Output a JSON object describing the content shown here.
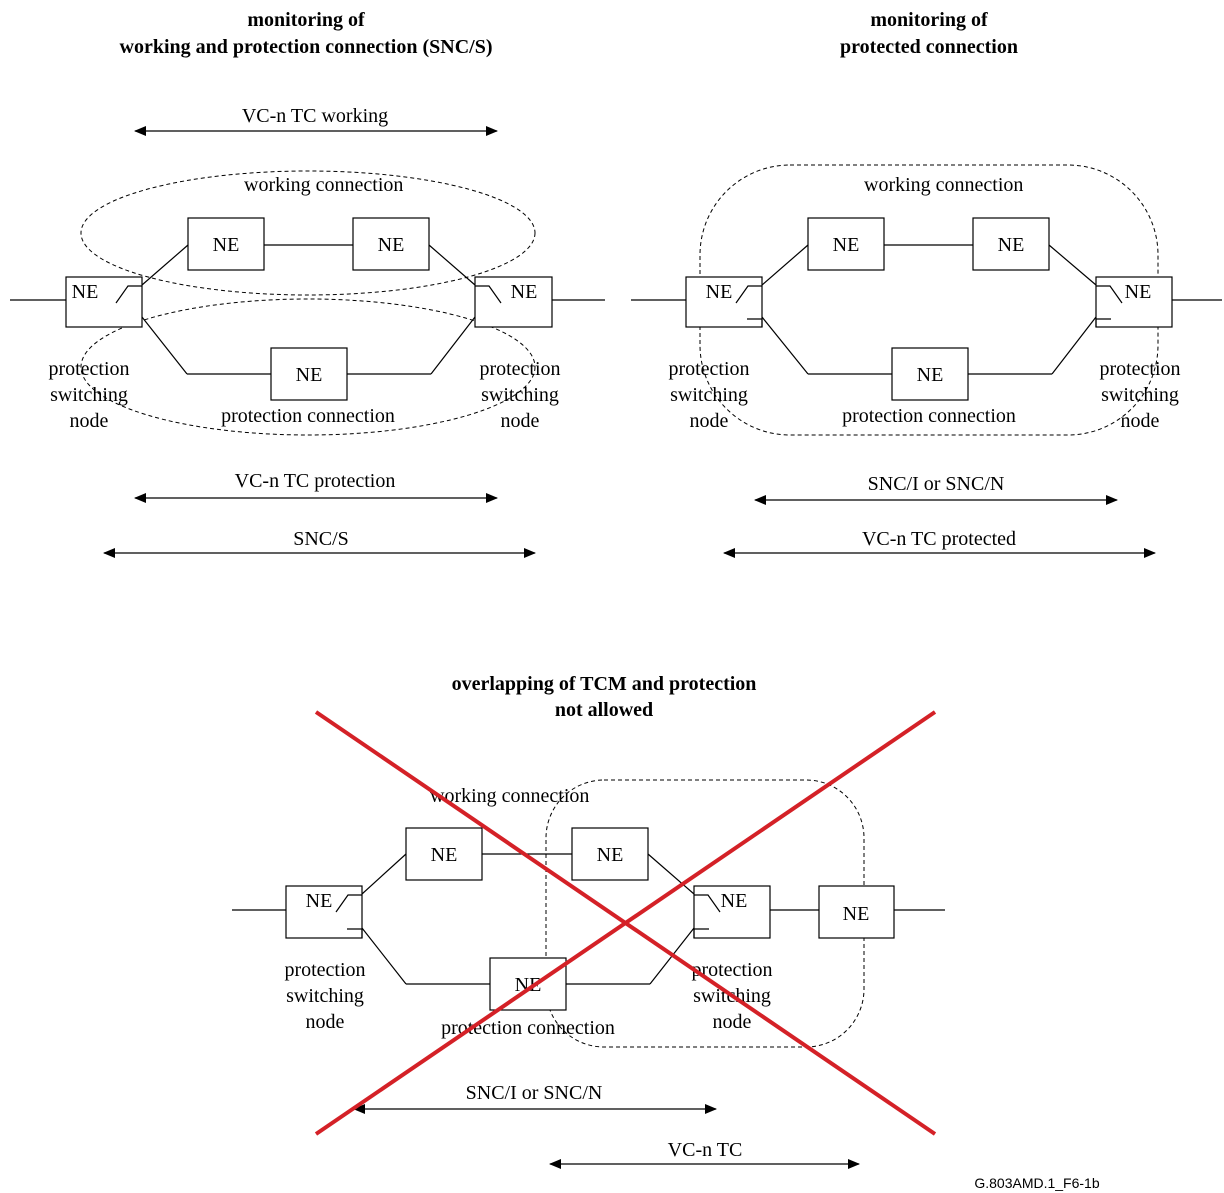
{
  "colors": {
    "cross": "#d42127",
    "ink": "#000000"
  },
  "left": {
    "title1": "monitoring of",
    "title2": "working and protection connection (SNC/S)",
    "tc_working": "VC-n TC working",
    "working_connection": "working  connection",
    "protection_connection": "protection  connection",
    "ne": "NE",
    "psn1": "protection",
    "psn2": "switching",
    "psn3": "node",
    "tc_protection": "VC-n TC protection",
    "sncs": "SNC/S"
  },
  "right": {
    "title1": "monitoring of",
    "title2": "protected connection",
    "working_connection": "working  connection",
    "protection_connection": "protection  connection",
    "ne": "NE",
    "psn1": "protection",
    "psn2": "switching",
    "psn3": "node",
    "snci": "SNC/I or SNC/N",
    "tc_protected": "VC-n TC protected"
  },
  "bottom": {
    "title1": "overlapping of TCM and protection",
    "title2": "not allowed",
    "working_connection": "working  connection",
    "protection_connection": "protection  connection",
    "ne": "NE",
    "psn1": "protection",
    "psn2": "switching",
    "psn3": "node",
    "snci": "SNC/I or SNC/N",
    "tc": "VC-n TC"
  },
  "figure_ref": "G.803AMD.1_F6-1b"
}
